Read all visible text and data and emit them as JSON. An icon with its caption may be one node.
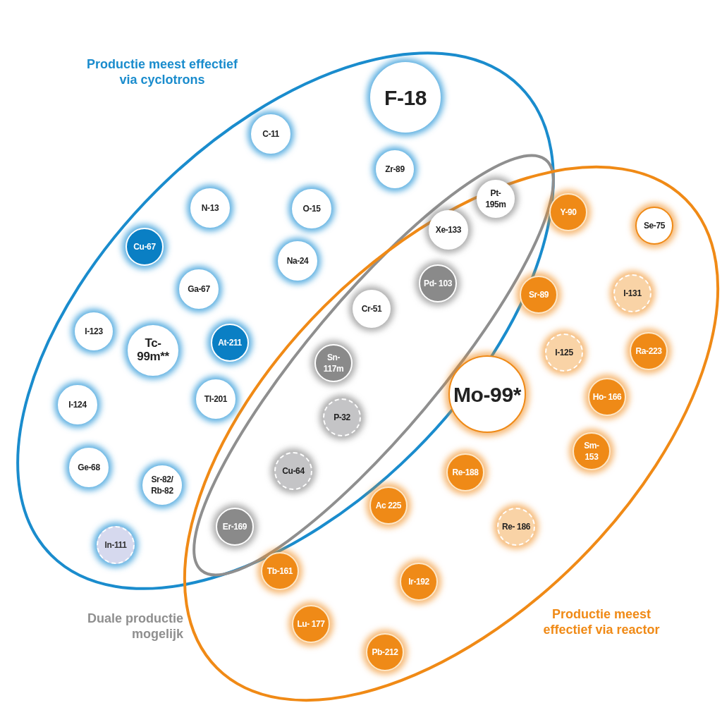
{
  "diagram": {
    "nodes": [
      {
        "text": [
          "Productie meest effectief via cyclotrons"
        ]
      },
      {
        "text": [
          "C-11"
        ],
        "in": 0
      },
      {
        "text": [
          "F-18"
        ],
        "in": 0
      },
      {
        "text": [
          "Zr-89"
        ],
        "in": 0
      },
      {
        "text": [
          "N-13"
        ],
        "in": 0
      },
      {
        "text": [
          "O-15"
        ],
        "in": 0
      },
      {
        "text": [
          "Cu-67"
        ],
        "in": 0
      },
      {
        "text": [
          "Na-24"
        ],
        "in": 0
      },
      {
        "text": [
          "Ga-67"
        ],
        "in": 0
      },
      {
        "text": [
          "I-123"
        ],
        "in": 0
      },
      {
        "text": [
          "Tc-99m**"
        ],
        "in": 0
      },
      {
        "text": [
          "At-211"
        ],
        "in": 0
      },
      {
        "text": [
          "I-124"
        ],
        "in": 0
      },
      {
        "text": [
          "Tl-201"
        ],
        "in": 0
      },
      {
        "text": [
          "Ge-68"
        ],
        "in": 0
      },
      {
        "text": [
          "Sr-82/ Rb-82"
        ],
        "in": 0
      },
      {
        "text": [
          "In-111"
        ],
        "in": 0
      },
      {
        "text": [
          "Duale productie mogelijk"
        ]
      },
      {
        "text": [
          "Pt- 195m"
        ],
        "in": 17
      },
      {
        "text": [
          "Xe-133"
        ],
        "in": 17
      },
      {
        "text": [
          "Pd- 103"
        ],
        "in": 17
      },
      {
        "text": [
          "Cr-51"
        ],
        "in": 17
      },
      {
        "text": [
          "Sn- 117m"
        ],
        "in": 17
      },
      {
        "text": [
          "P-32"
        ],
        "in": 17
      },
      {
        "text": [
          "Cu-64"
        ],
        "in": 17
      },
      {
        "text": [
          "Er-169"
        ],
        "in": 17
      },
      {
        "text": [
          "Productie meest effectief via reactor"
        ]
      },
      {
        "text": [
          "Y-90"
        ],
        "in": 26
      },
      {
        "text": [
          "Se-75"
        ],
        "in": 26
      },
      {
        "text": [
          "Sr-89"
        ],
        "in": 26
      },
      {
        "text": [
          "I-131"
        ],
        "in": 26
      },
      {
        "text": [
          "I-125"
        ],
        "in": 26
      },
      {
        "text": [
          "Ra-223"
        ],
        "in": 26
      },
      {
        "text": [
          "Mo-99*"
        ],
        "in": 26
      },
      {
        "text": [
          "Ho- 166"
        ],
        "in": 26
      },
      {
        "text": [
          "Sm- 153"
        ],
        "in": 26
      },
      {
        "text": [
          "Re-188"
        ],
        "in": 26
      },
      {
        "text": [
          "Ac 225"
        ],
        "in": 26
      },
      {
        "text": [
          "Re- 186"
        ],
        "in": 26
      },
      {
        "text": [
          "Tb-161"
        ],
        "in": 26
      },
      {
        "text": [
          "Ir-192"
        ],
        "in": 26
      },
      {
        "text": [
          "Lu- 177"
        ],
        "in": 26
      },
      {
        "text": [
          "Pb-212"
        ],
        "in": 26
      }
    ]
  }
}
